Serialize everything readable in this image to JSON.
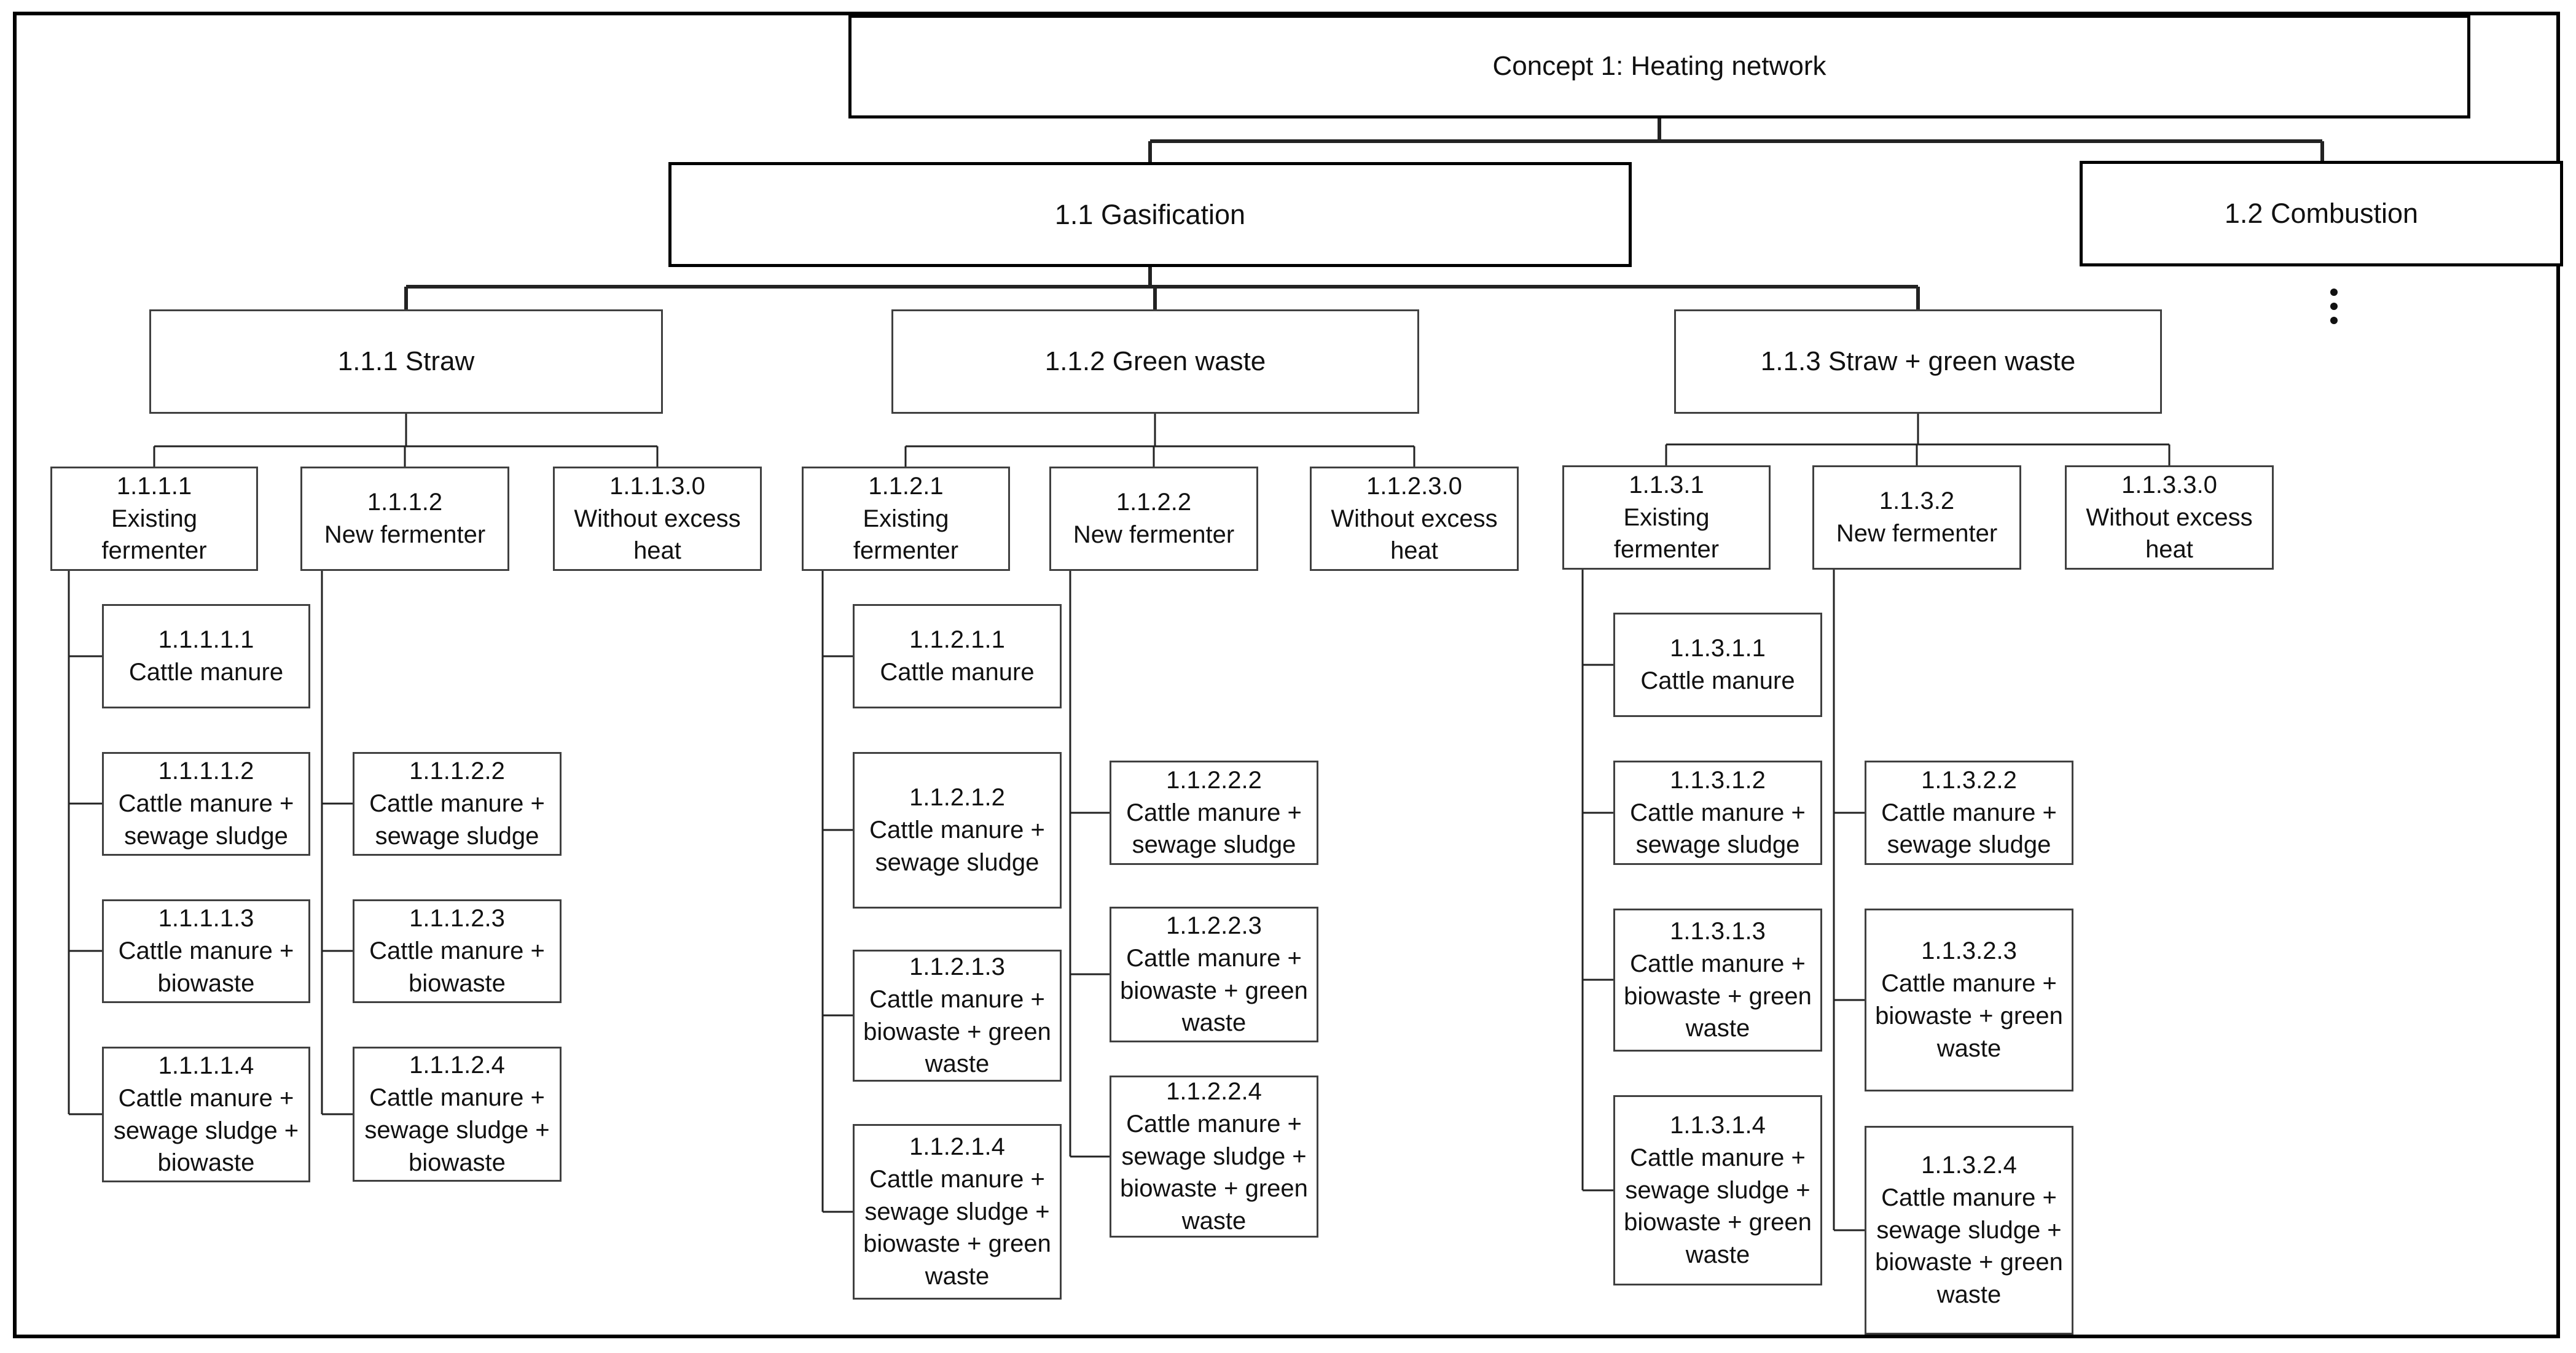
{
  "root": {
    "label": "Concept 1: Heating network"
  },
  "level1": [
    {
      "label": "1.1 Gasification"
    },
    {
      "label": "1.2 Combustion"
    }
  ],
  "continuation_marker": "more-branches-ellipsis",
  "level2": [
    {
      "label": "1.1.1 Straw"
    },
    {
      "label": "1.1.2 Green waste"
    },
    {
      "label": "1.1.3 Straw + green waste"
    }
  ],
  "level3": [
    {
      "label": "1.1.1.1\nExisting\nfermenter"
    },
    {
      "label": "1.1.1.2\nNew  fermenter"
    },
    {
      "label": "1.1.1.3.0\nWithout excess\nheat"
    },
    {
      "label": "1.1.2.1\nExisting\nfermenter"
    },
    {
      "label": "1.1.2.2\nNew fermenter"
    },
    {
      "label": "1.1.2.3.0\nWithout excess\nheat"
    },
    {
      "label": "1.1.3.1\nExisting\nfermenter"
    },
    {
      "label": "1.1.3.2\nNew fermenter"
    },
    {
      "label": "1.1.3.3.0\nWithout excess\nheat"
    }
  ],
  "level4": [
    {
      "label": "1.1.1.1.1\nCattle manure"
    },
    {
      "label": "1.1.1.1.2\nCattle manure +\nsewage sludge"
    },
    {
      "label": "1.1.1.1.3\nCattle manure +\nbiowaste"
    },
    {
      "label": "1.1.1.1.4\nCattle manure +\nsewage sludge +\nbiowaste"
    },
    {
      "label": "1.1.1.2.2\nCattle manure +\nsewage sludge"
    },
    {
      "label": "1.1.1.2.3\nCattle manure +\nbiowaste"
    },
    {
      "label": "1.1.1.2.4\nCattle manure +\nsewage sludge +\nbiowaste"
    },
    {
      "label": "1.1.2.1.1\nCattle manure"
    },
    {
      "label": "1.1.2.1.2\nCattle manure +\nsewage sludge"
    },
    {
      "label": "1.1.2.1.3\nCattle manure +\nbiowaste + green\nwaste"
    },
    {
      "label": "1.1.2.1.4\nCattle manure +\nsewage sludge +\nbiowaste + green\nwaste"
    },
    {
      "label": "1.1.2.2.2\nCattle manure +\nsewage sludge"
    },
    {
      "label": "1.1.2.2.3\nCattle manure +\nbiowaste + green\nwaste"
    },
    {
      "label": "1.1.2.2.4\nCattle manure +\nsewage sludge +\nbiowaste + green\nwaste"
    },
    {
      "label": "1.1.3.1.1\nCattle manure"
    },
    {
      "label": "1.1.3.1.2\nCattle manure +\nsewage sludge"
    },
    {
      "label": "1.1.3.1.3\nCattle manure +\nbiowaste + green\nwaste"
    },
    {
      "label": "1.1.3.1.4\nCattle manure +\nsewage sludge +\nbiowaste + green\nwaste"
    },
    {
      "label": "1.1.3.2.2\nCattle manure +\nsewage sludge"
    },
    {
      "label": "1.1.3.2.3\nCattle manure +\nbiowaste + green\nwaste"
    },
    {
      "label": "1.1.3.2.4\nCattle manure +\nsewage sludge +\nbiowaste + green\nwaste"
    }
  ]
}
